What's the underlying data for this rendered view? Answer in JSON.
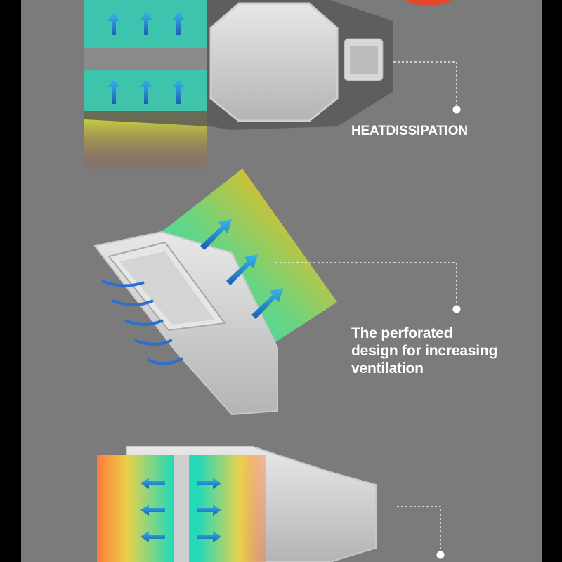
{
  "callouts": {
    "heat": "HEATDISSIPATION",
    "ventilation": [
      "The perforated",
      "design for increasing",
      "ventilation"
    ]
  },
  "colors": {
    "background": "#7b7b7b",
    "frame": "#000000",
    "accent": "#e5462a",
    "text": "#ffffff"
  },
  "icons": [
    "arrow-up-icon",
    "arrow-left-icon",
    "airflow-arrow-icon",
    "callout-dot-icon"
  ]
}
